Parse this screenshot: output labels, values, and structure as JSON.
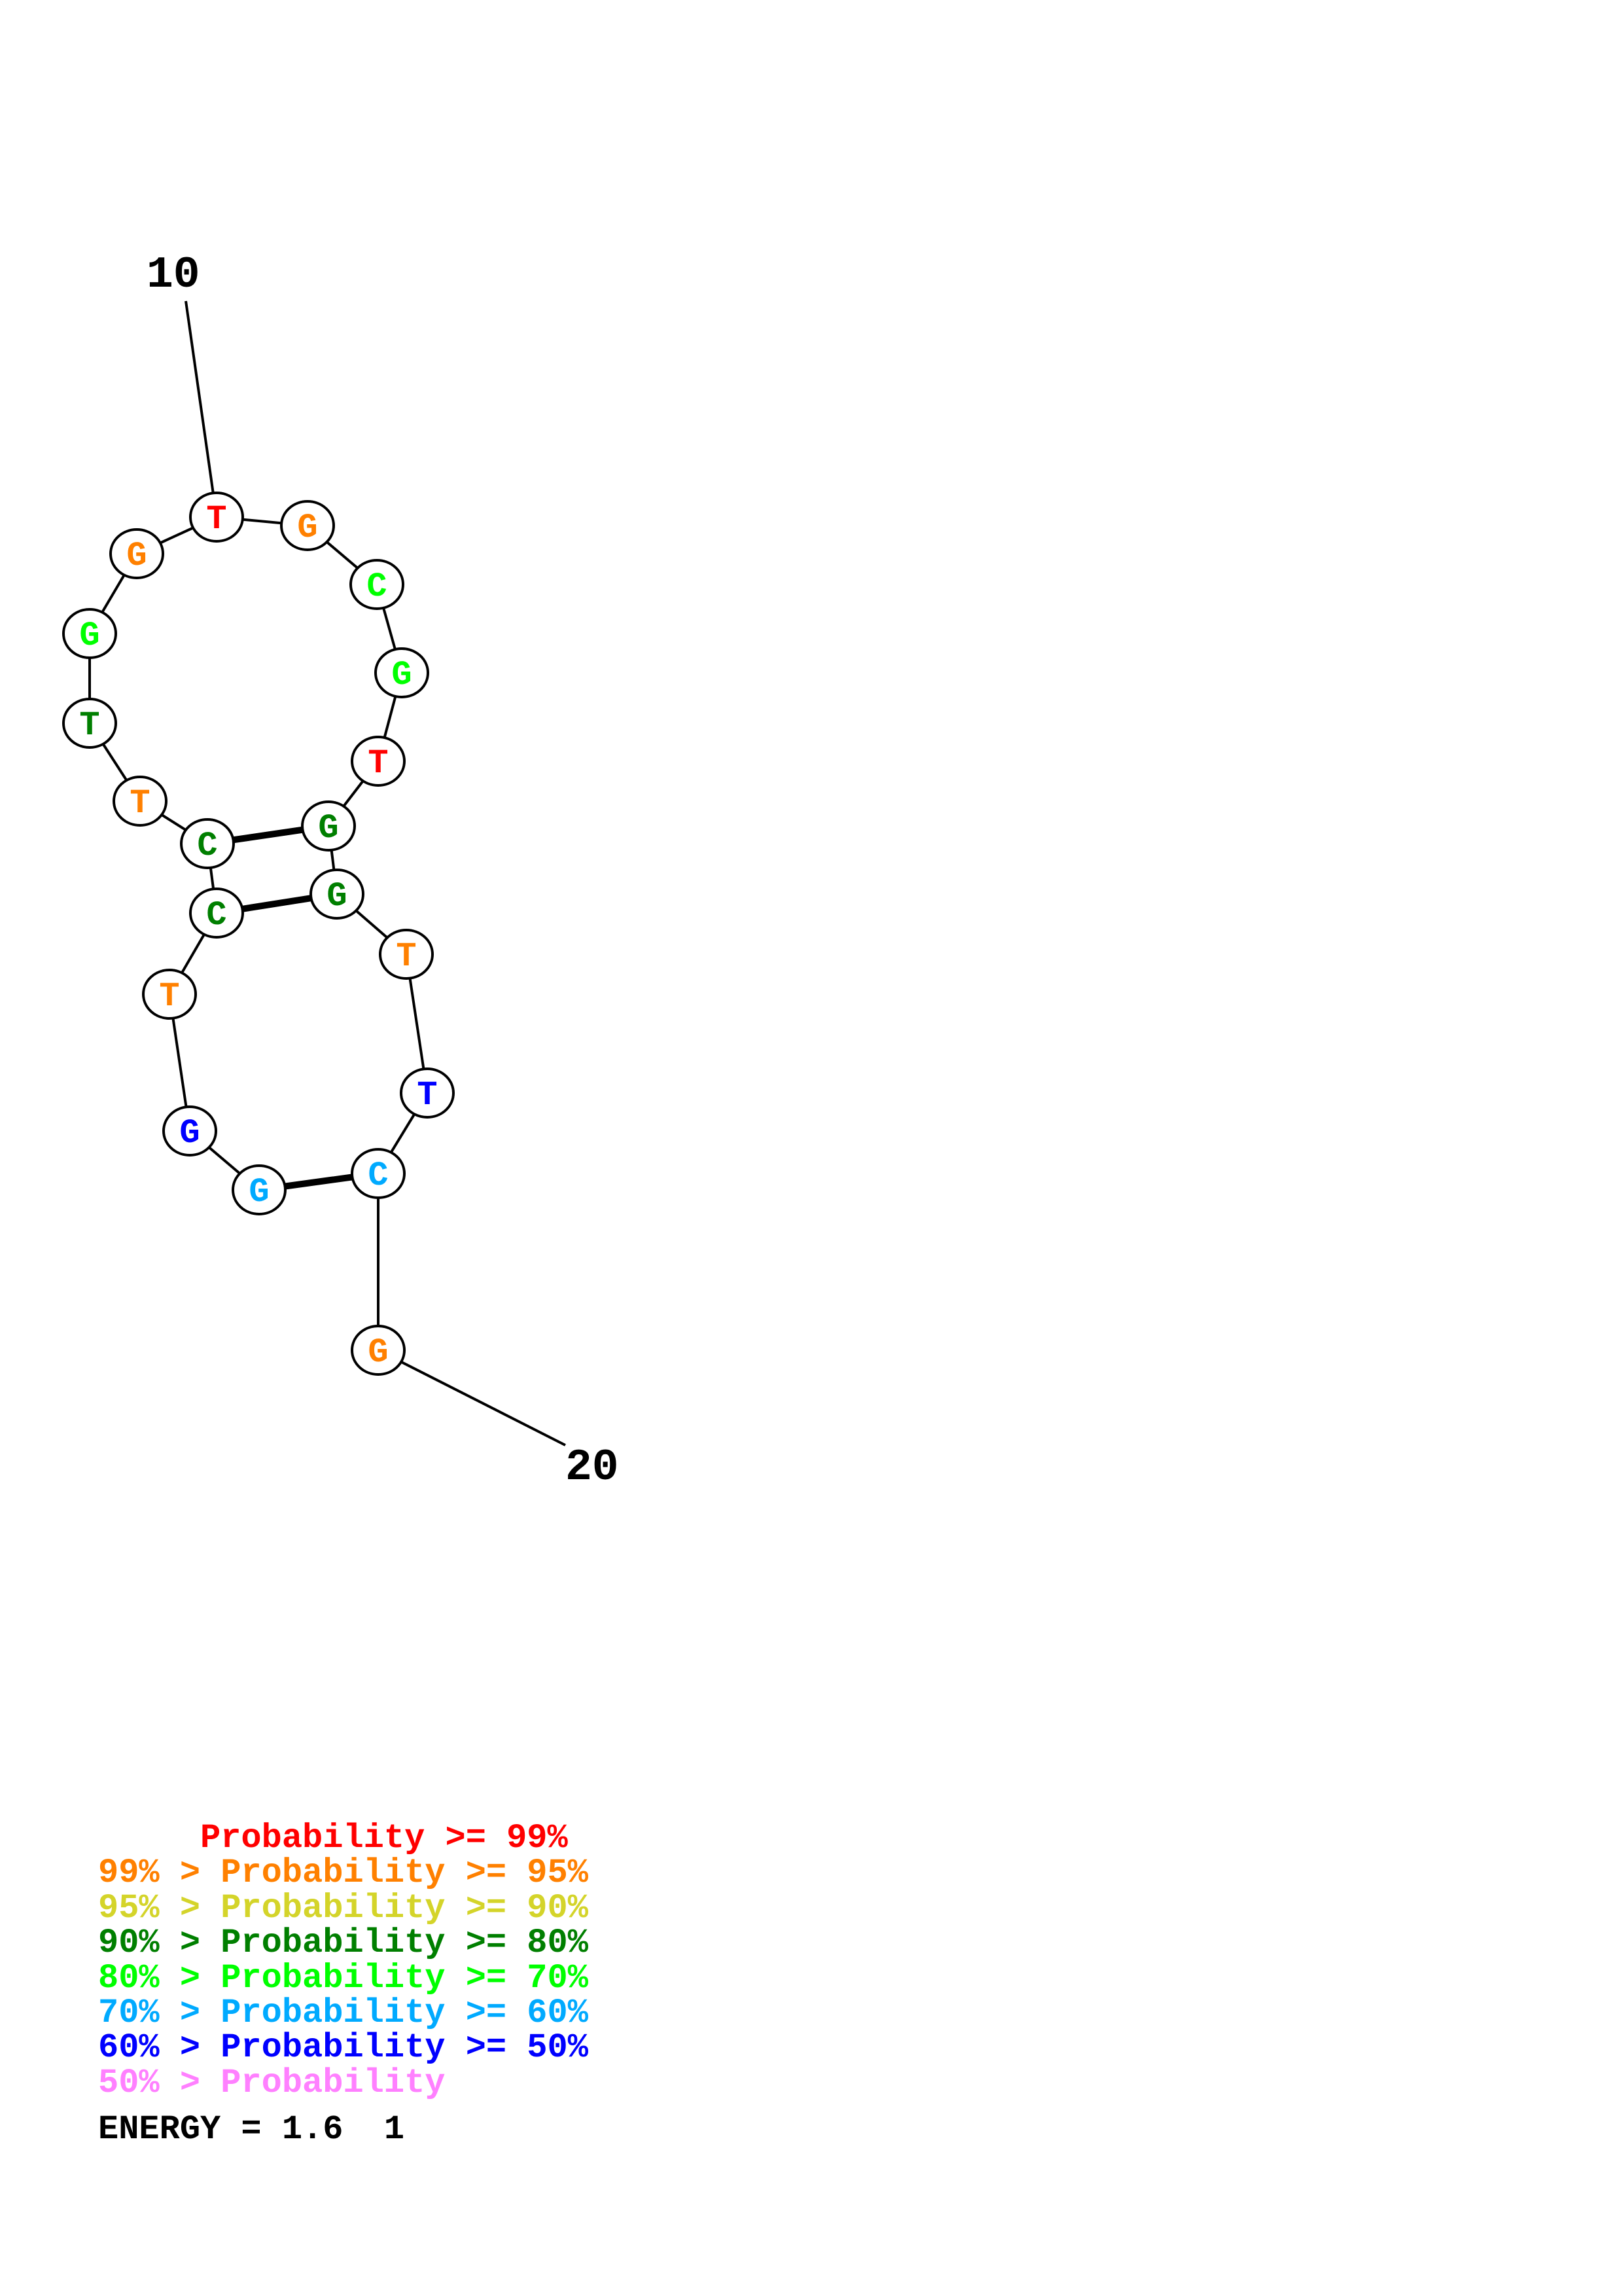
{
  "structure": {
    "start_label": "10",
    "end_label": "20",
    "nucleotides": [
      {
        "base": "T",
        "prob_class": "gte99"
      },
      {
        "base": "G",
        "prob_class": "95to99"
      },
      {
        "base": "C",
        "prob_class": "70to80"
      },
      {
        "base": "G",
        "prob_class": "70to80"
      },
      {
        "base": "T",
        "prob_class": "gte99"
      },
      {
        "base": "G",
        "prob_class": "80to90"
      },
      {
        "base": "G",
        "prob_class": "80to90"
      },
      {
        "base": "T",
        "prob_class": "95to99"
      },
      {
        "base": "T",
        "prob_class": "50to60"
      },
      {
        "base": "C",
        "prob_class": "60to70"
      },
      {
        "base": "G",
        "prob_class": "95to99"
      },
      {
        "base": "G",
        "prob_class": "95to99"
      },
      {
        "base": "G",
        "prob_class": "70to80"
      },
      {
        "base": "T",
        "prob_class": "80to90"
      },
      {
        "base": "T",
        "prob_class": "95to99"
      },
      {
        "base": "C",
        "prob_class": "80to90"
      },
      {
        "base": "C",
        "prob_class": "80to90"
      },
      {
        "base": "T",
        "prob_class": "95to99"
      },
      {
        "base": "G",
        "prob_class": "50to60"
      },
      {
        "base": "G",
        "prob_class": "60to70"
      }
    ],
    "base_pairs": [
      [
        15,
        5
      ],
      [
        16,
        6
      ],
      [
        19,
        9
      ]
    ]
  },
  "colors": {
    "gte99": "#ff0000",
    "95to99": "#ff8000",
    "90to95": "#d4d42a",
    "80to90": "#007f00",
    "70to80": "#00ff00",
    "60to70": "#00aaff",
    "50to60": "#0000ff",
    "lt50": "#ff80ff"
  },
  "legend": [
    {
      "text": "     Probability >= 99%",
      "color_key": "gte99"
    },
    {
      "text": "99% > Probability >= 95%",
      "color_key": "95to99"
    },
    {
      "text": "95% > Probability >= 90%",
      "color_key": "90to95"
    },
    {
      "text": "90% > Probability >= 80%",
      "color_key": "80to90"
    },
    {
      "text": "80% > Probability >= 70%",
      "color_key": "70to80"
    },
    {
      "text": "70% > Probability >= 60%",
      "color_key": "60to70"
    },
    {
      "text": "60% > Probability >= 50%",
      "color_key": "50to60"
    },
    {
      "text": "50% > Probability",
      "color_key": "lt50"
    }
  ],
  "energy": "ENERGY = 1.6  1"
}
